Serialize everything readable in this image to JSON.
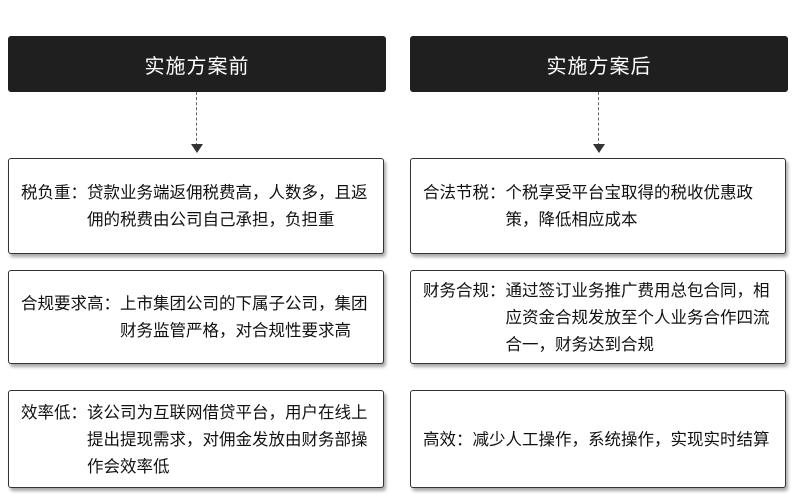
{
  "before": {
    "title": "实施方案前",
    "items": [
      {
        "label": "税负重：",
        "text": "贷款业务端返佣税费高，人数多，且返佣的税费由公司自己承担，负担重"
      },
      {
        "label": "合规要求高：",
        "text": "上市集团公司的下属子公司，集团财务监管严格，对合规性要求高"
      },
      {
        "label": "效率低：",
        "text": "该公司为互联网借贷平台，用户在线上提出提现需求，对佣金发放由财务部操作会效率低"
      }
    ]
  },
  "after": {
    "title": "实施方案后",
    "items": [
      {
        "label": "合法节税：",
        "text": "个税享受平台宝取得的税收优惠政策，降低相应成本"
      },
      {
        "label": "财务合规：",
        "text": "通过签订业务推广费用总包合同，相应资金合规发放至个人业务合作四流合一，财务达到合规"
      },
      {
        "label": "高效：",
        "text": "减少人工操作，系统操作，实现实时结算"
      }
    ]
  }
}
